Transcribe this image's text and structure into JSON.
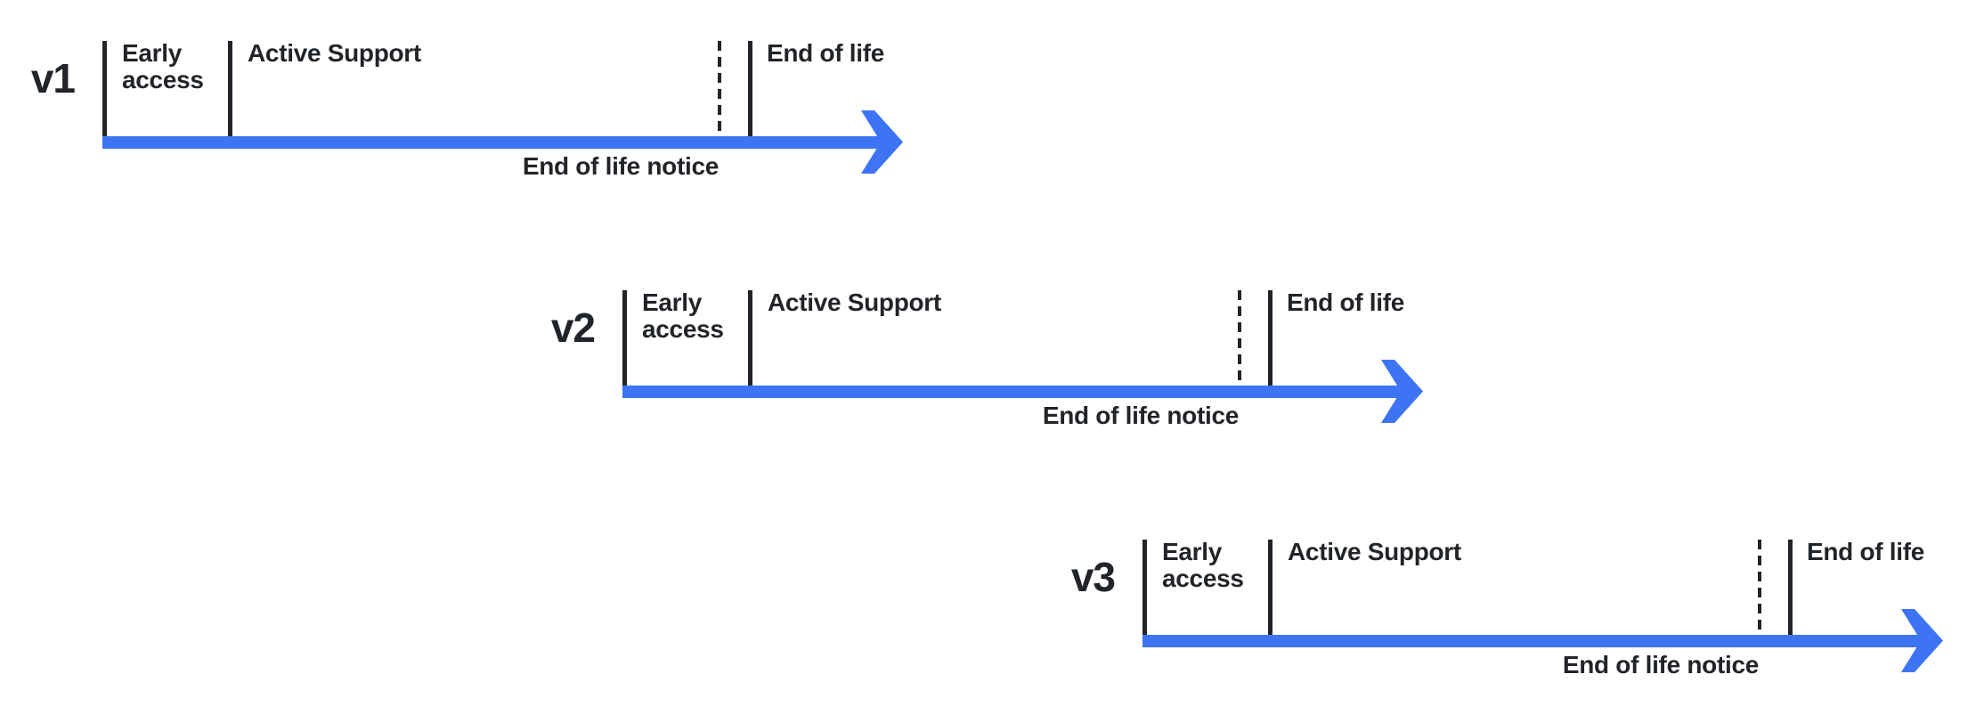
{
  "diagram": {
    "type": "version-lifecycle-timeline",
    "colors": {
      "arrow": "#3C74F4",
      "line": "#212529",
      "text": "#212529",
      "background": "#FFFFFF"
    },
    "timelines": [
      {
        "version": "v1",
        "phases": {
          "early_access": "Early access",
          "active_support": "Active Support",
          "end_of_life": "End of life",
          "eol_notice": "End of life notice"
        }
      },
      {
        "version": "v2",
        "phases": {
          "early_access": "Early access",
          "active_support": "Active Support",
          "end_of_life": "End of life",
          "eol_notice": "End of life notice"
        }
      },
      {
        "version": "v3",
        "phases": {
          "early_access": "Early access",
          "active_support": "Active Support",
          "end_of_life": "End of life",
          "eol_notice": "End of life notice"
        }
      }
    ]
  }
}
